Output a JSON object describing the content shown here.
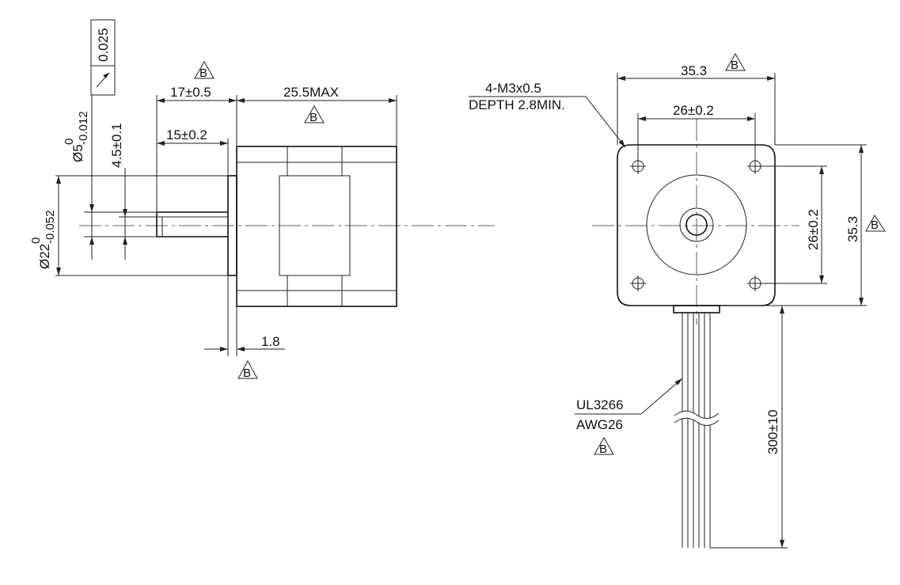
{
  "side_view": {
    "runout_tolerance": "0.025",
    "shaft_length": "17±0.5",
    "body_length": "25.5MAX",
    "flat_length": "15±0.2",
    "flat_depth": "4.5±0.1",
    "shaft_dia_main": "Ø5",
    "shaft_dia_tol_upper": "0",
    "shaft_dia_tol_lower": "-0.012",
    "boss_dia_main": "Ø22",
    "boss_dia_tol_upper": "0",
    "boss_dia_tol_lower": "-0.052",
    "flange_thickness": "1.8"
  },
  "front_view": {
    "overall_width": "35.3",
    "hole_spacing_h": "26±0.2",
    "hole_spacing_v": "26±0.2",
    "overall_height": "35.3",
    "thread_note_1": "4-M3x0.5",
    "thread_note_2": "DEPTH 2.8MIN.",
    "wire_note_1": "UL3266",
    "wire_note_2": "AWG26",
    "lead_length": "300±10"
  },
  "datum_letter": "B"
}
